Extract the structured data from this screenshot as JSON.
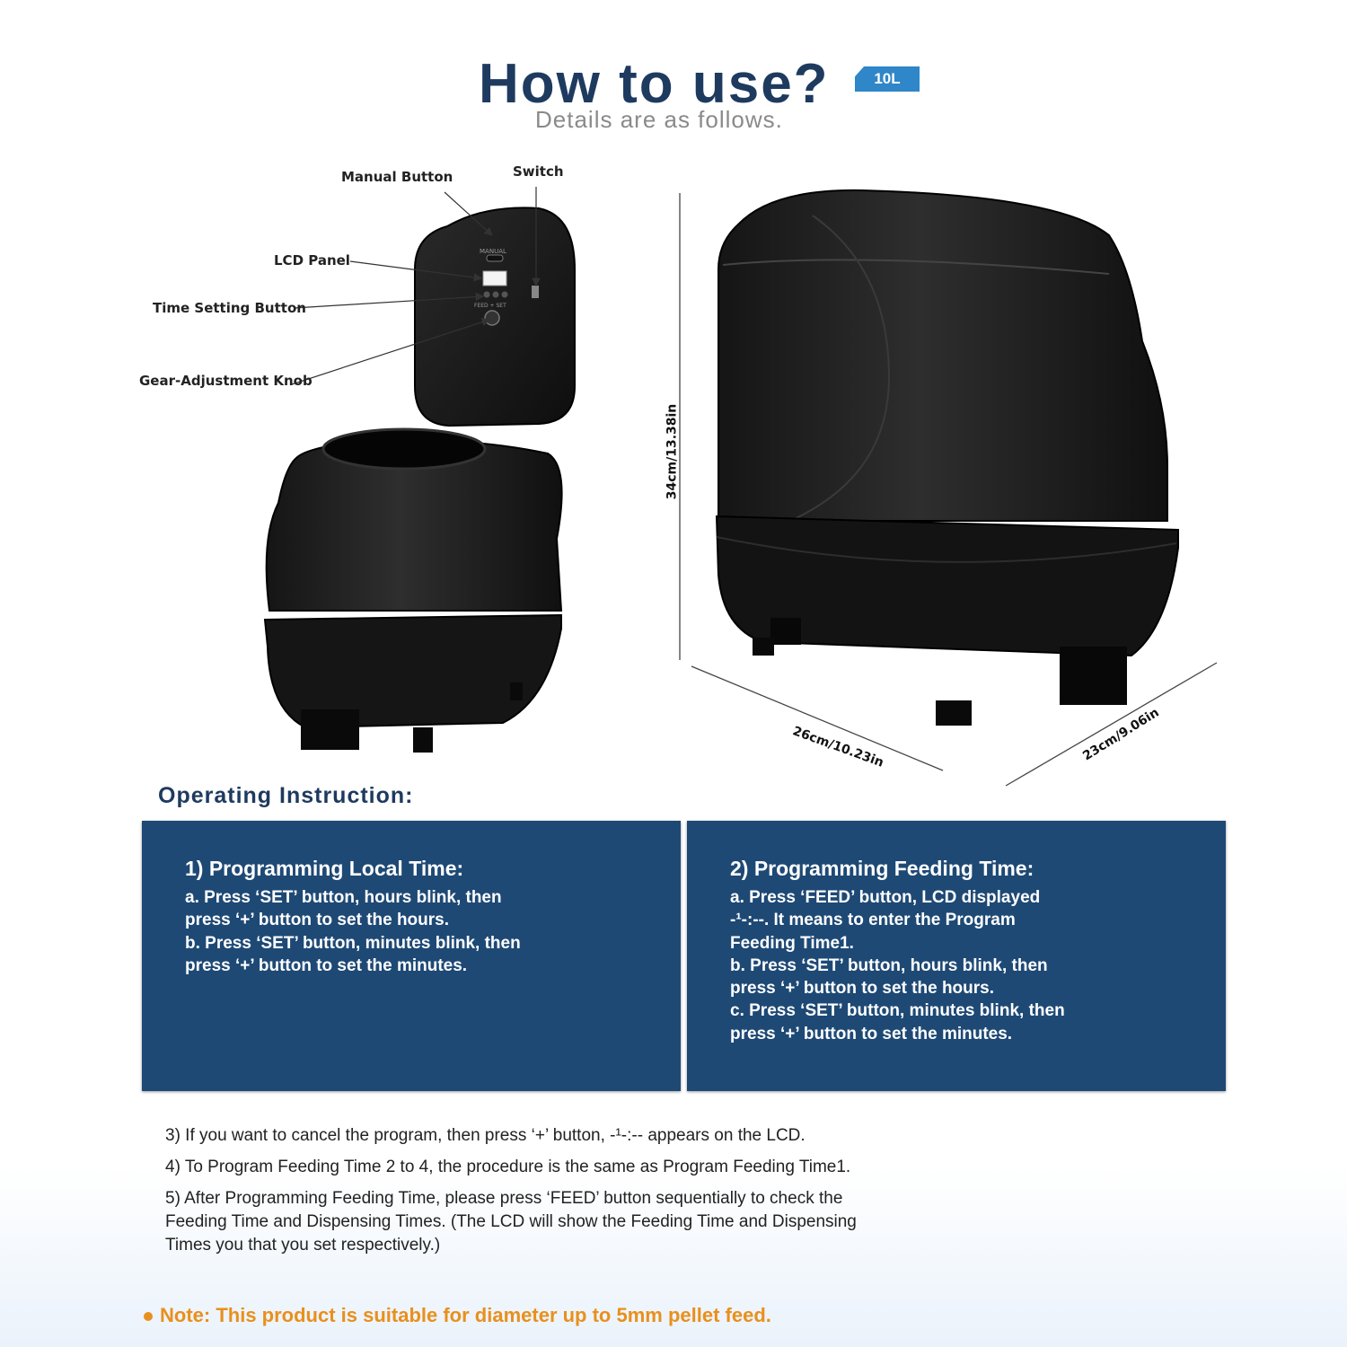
{
  "header": {
    "title": "How to use?",
    "badge": "10L",
    "subtitle": "Details are as follows."
  },
  "callouts": {
    "manual_button": "Manual Button",
    "switch": "Switch",
    "lcd_panel": "LCD Panel",
    "time_setting_button": "Time Setting Button",
    "gear_knob": "Gear-Adjustment Knob"
  },
  "device_text": {
    "manual": "MANUAL",
    "feed_set": "FEED + SET"
  },
  "dimensions": {
    "height": "34cm/13.38in",
    "width": "26cm/10.23in",
    "depth": "23cm/9.06in"
  },
  "instructions": {
    "heading": "Operating Instruction:",
    "left_panel": {
      "title": "1) Programming Local Time:",
      "lines": [
        "a. Press ‘SET’ button, hours blink, then",
        "press ‘+’ button to set the hours.",
        "b. Press ‘SET’ button, minutes blink, then",
        "press ‘+’ button to set the minutes."
      ]
    },
    "right_panel": {
      "title": "2) Programming Feeding Time:",
      "lines": [
        "a. Press ‘FEED’ button, LCD displayed",
        "-¹-:--. It means to enter the Program",
        "Feeding Time1.",
        "b. Press ‘SET’ button, hours blink, then",
        "press ‘+’ button to set the hours.",
        "c. Press ‘SET’ button, minutes blink, then",
        "press ‘+’ button to set the minutes."
      ]
    },
    "steps": [
      "3) If you want to cancel the program, then press ‘+’ button, -¹-:-- appears on the LCD.",
      "4) To Program Feeding Time 2 to 4, the procedure is the same as Program Feeding Time1.",
      "5) After Programming Feeding Time, please press ‘FEED’ button sequentially to check the",
      "Feeding Time and Dispensing Times. (The LCD will show the Feeding Time and Dispensing",
      "Times you that you set respectively.)"
    ],
    "note": "Note: This product is suitable for diameter up to 5mm pellet feed."
  },
  "colors": {
    "title": "#1e3a5f",
    "panel": "#1e4975",
    "badge": "#2f86c8",
    "note": "#e8901c"
  }
}
